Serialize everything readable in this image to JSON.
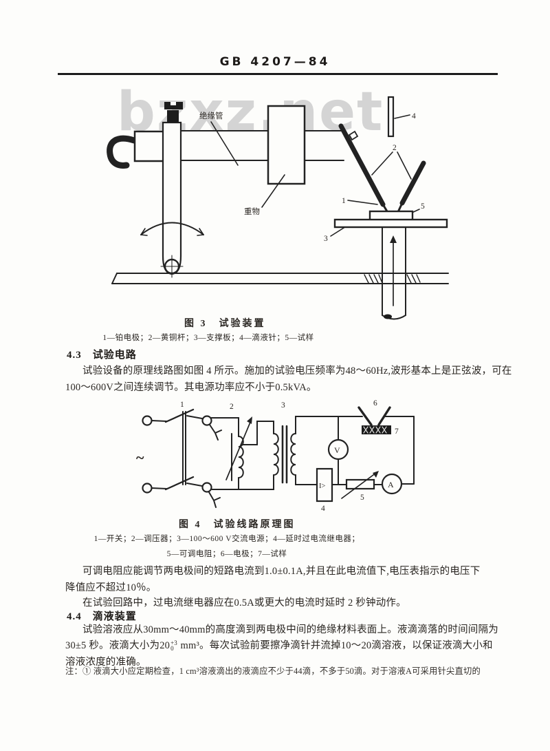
{
  "header": {
    "title": "GB 4207—84"
  },
  "watermark": "bzxz.net",
  "fig3": {
    "caption": "图 3　试验装置",
    "legend": "1—铂电极；2—黄铜杆；3—支撑板；4—滴液针；5—试样",
    "labels": {
      "tube": "绝缘管",
      "weight": "重物",
      "n1": "1",
      "n2": "2",
      "n3": "3",
      "n4": "4",
      "n5": "5"
    }
  },
  "sec43": {
    "heading": "4.3　试验电路",
    "lines": [
      "试验设备的原理线路图如图 4 所示。施加的试验电压频率为48～60Hz,波形基本上是正弦波，可在",
      "100～600V之间连续调节。其电源功率应不小于0.5kVA。"
    ]
  },
  "fig4": {
    "caption": "图 4　试验线路原理图",
    "legend": [
      "1—开关；2—调压器；3—100～600 V交流电源；4—延时过电流继电器；",
      "5—可调电阻；6—电极；7—试样"
    ],
    "labels": {
      "n1": "1",
      "n2": "2",
      "n3": "3",
      "n4": "4",
      "n5": "5",
      "n6": "6",
      "n7": "7",
      "ac": "~",
      "volt": "V",
      "amp": "A",
      "relay": "I>"
    }
  },
  "paras": {
    "resistor": [
      "可调电阻应能调节两电极间的短路电流到1.0±0.1A,并且在此电流值下,电压表指示的电压下",
      "降值应不超过10％。"
    ],
    "relay": "在试验回路中，过电流继电器应在0.5A或更大的电流时延时 2 秒钟动作。"
  },
  "sec44": {
    "heading": "4.4　滴液装置",
    "line1": "试验溶液应从30mm～40mm的高度滴到两电极中间的绝缘材料表面上。液滴滴落的时间间隔为",
    "line2_pre": "30±5 秒。液滴大小为20",
    "tol_sup": "+3",
    "tol_sub": "0",
    "line2_post": " mm³。每次试验前要擦净滴针并流掉10～20滴溶液，以保证液滴大小和",
    "line3": "溶液浓度的准确。"
  },
  "note": {
    "text": "注：①  液滴大小应定期检查，1 cm³溶液滴出的液滴应不少于44滴，不多于50滴。对于溶液A可采用针尖直切的"
  }
}
